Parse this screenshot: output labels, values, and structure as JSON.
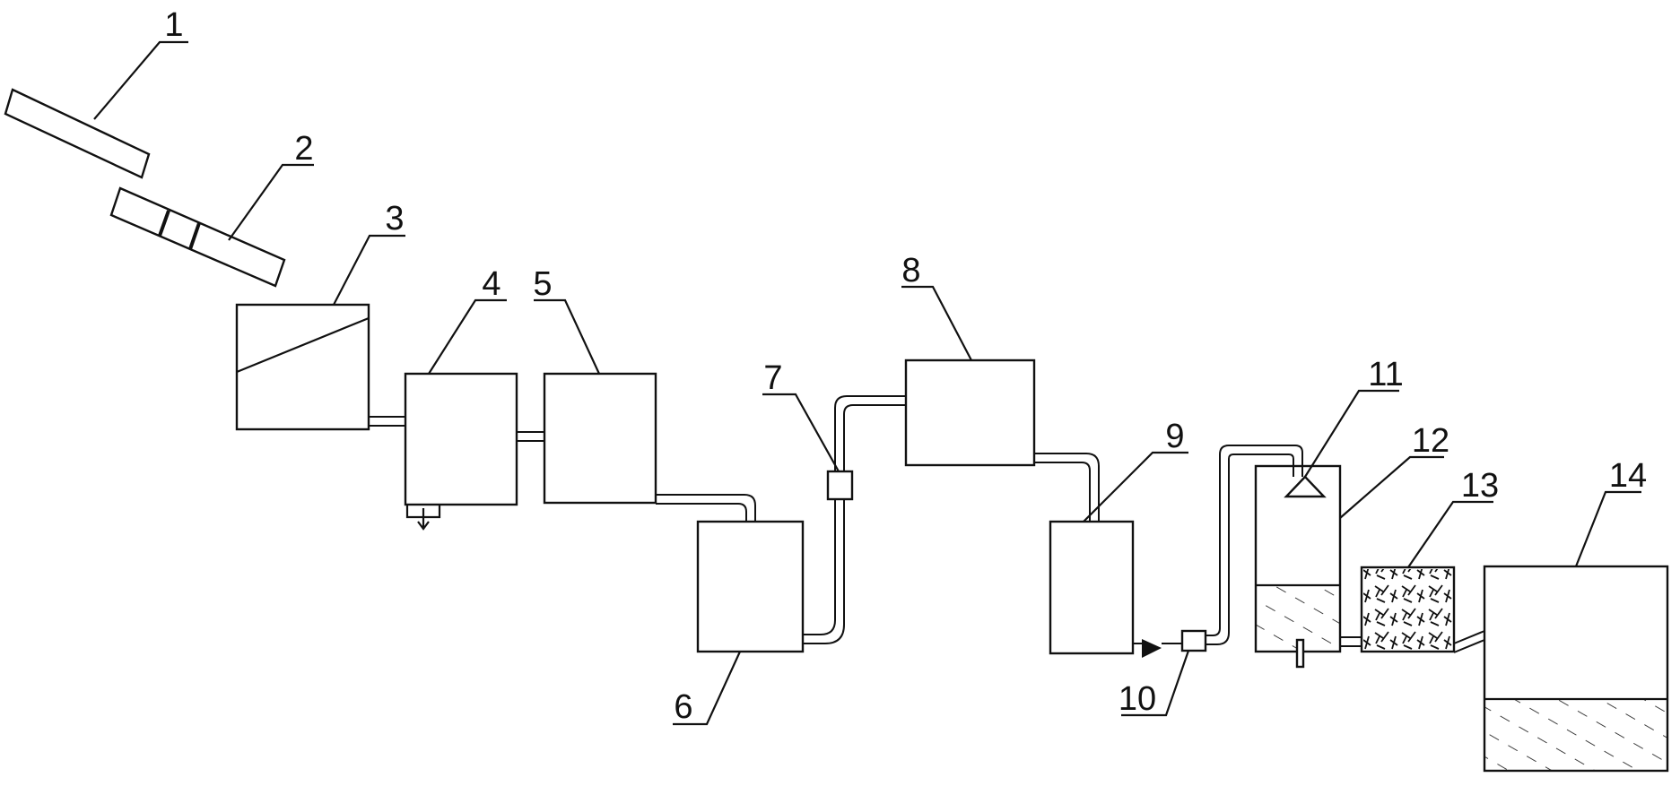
{
  "diagram": {
    "labels": [
      "1",
      "2",
      "3",
      "4",
      "5",
      "6",
      "7",
      "8",
      "9",
      "10",
      "11",
      "12",
      "13",
      "14"
    ]
  },
  "colors": {
    "line": "#111111",
    "background": "#ffffff"
  }
}
